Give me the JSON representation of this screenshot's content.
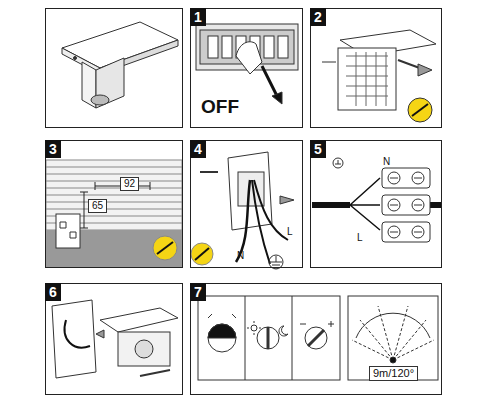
{
  "diagram": {
    "nodes": [
      {
        "text": [
          "1",
          "OFF"
        ]
      },
      {
        "text": [
          "2"
        ]
      },
      {
        "text": [
          "3",
          "92",
          "65"
        ]
      },
      {
        "text": [
          "4",
          "L",
          "N"
        ]
      },
      {
        "text": [
          "5",
          "N",
          "L"
        ]
      },
      {
        "text": [
          "6"
        ]
      },
      {
        "text": [
          "7",
          "9m/120°"
        ]
      }
    ]
  }
}
